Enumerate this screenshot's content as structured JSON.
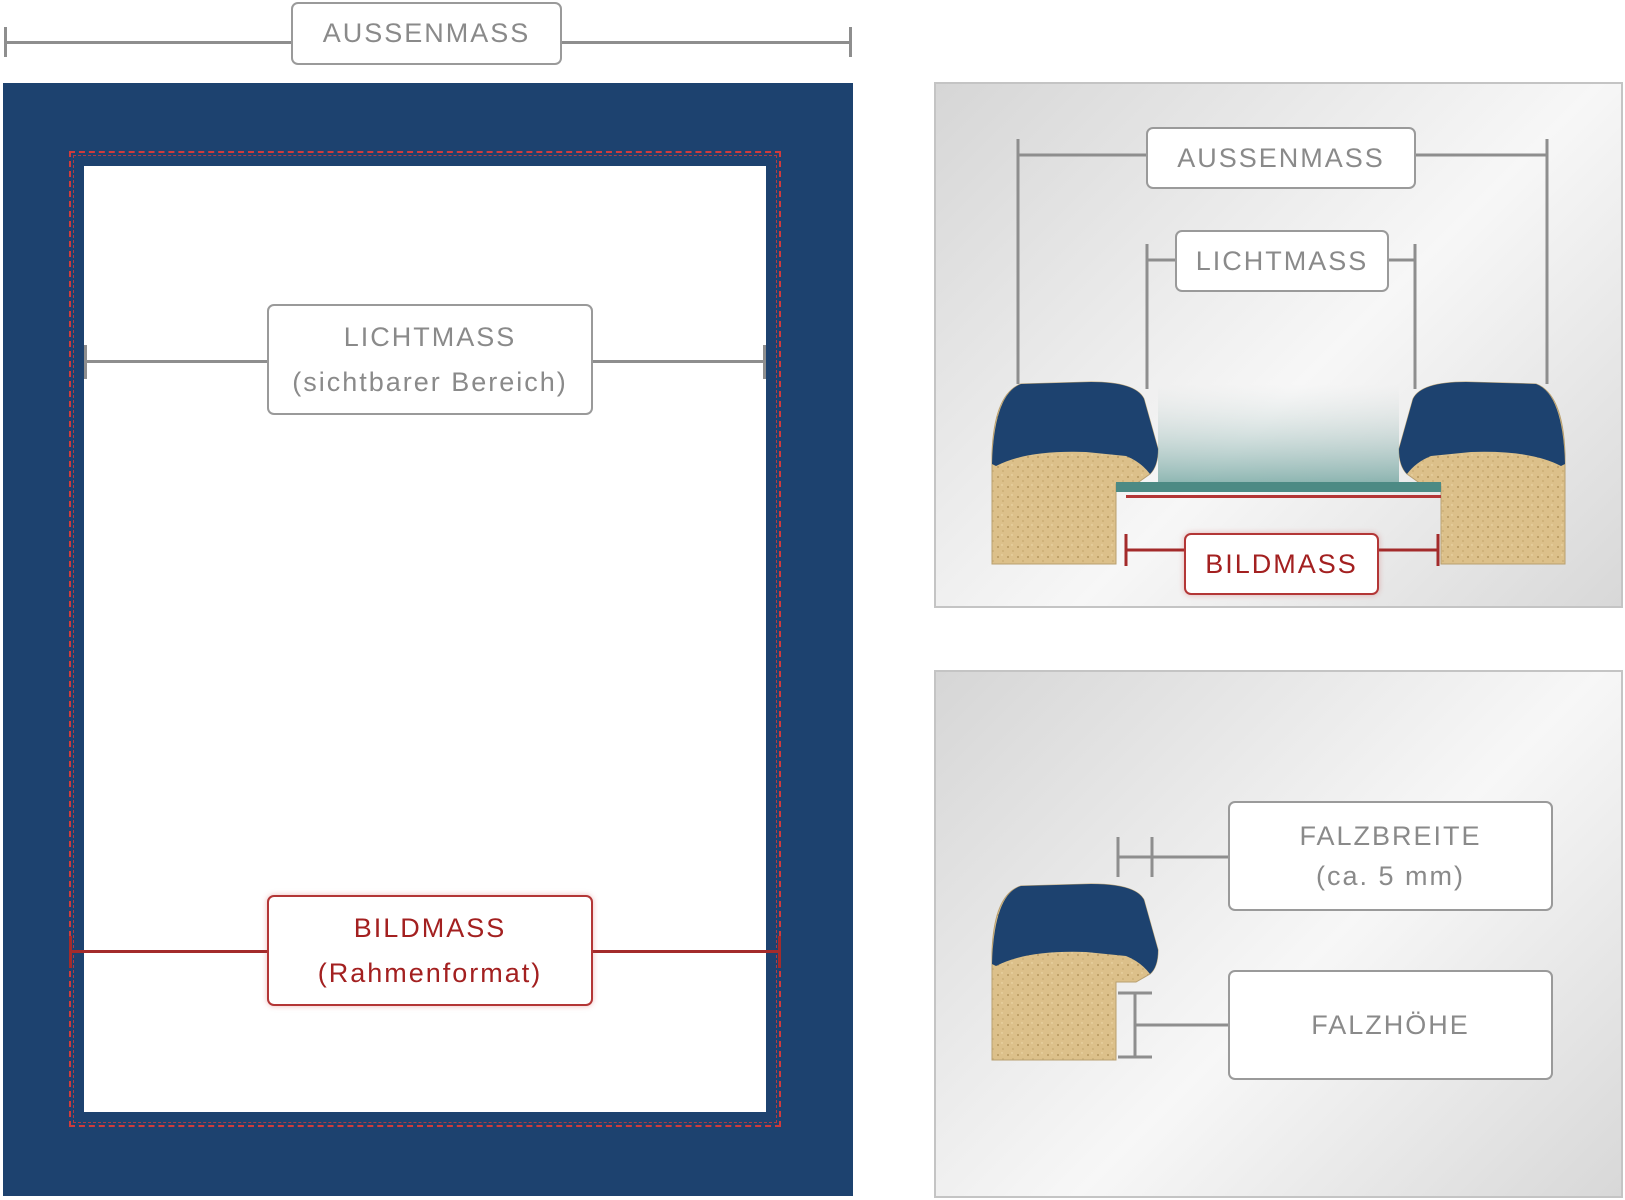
{
  "main": {
    "outer_label": "AUSSENMASS",
    "light_label": [
      "LICHTMASS",
      "(sichtbarer Bereich)"
    ],
    "image_label": [
      "BILDMASS",
      "(Rahmenformat)"
    ]
  },
  "section_panel": {
    "outer_label": "AUSSENMASS",
    "light_label": "LICHTMASS",
    "image_label": "BILDMASS"
  },
  "rebate_panel": {
    "width_label": [
      "FALZBREITE",
      "(ca. 5 mm)"
    ],
    "height_label": "FALZHÖHE"
  },
  "colors": {
    "frame_blue": "#1d426f",
    "marker_red": "#a32020",
    "label_grey": "#8a8a8a",
    "wood": "#dcc08a"
  }
}
